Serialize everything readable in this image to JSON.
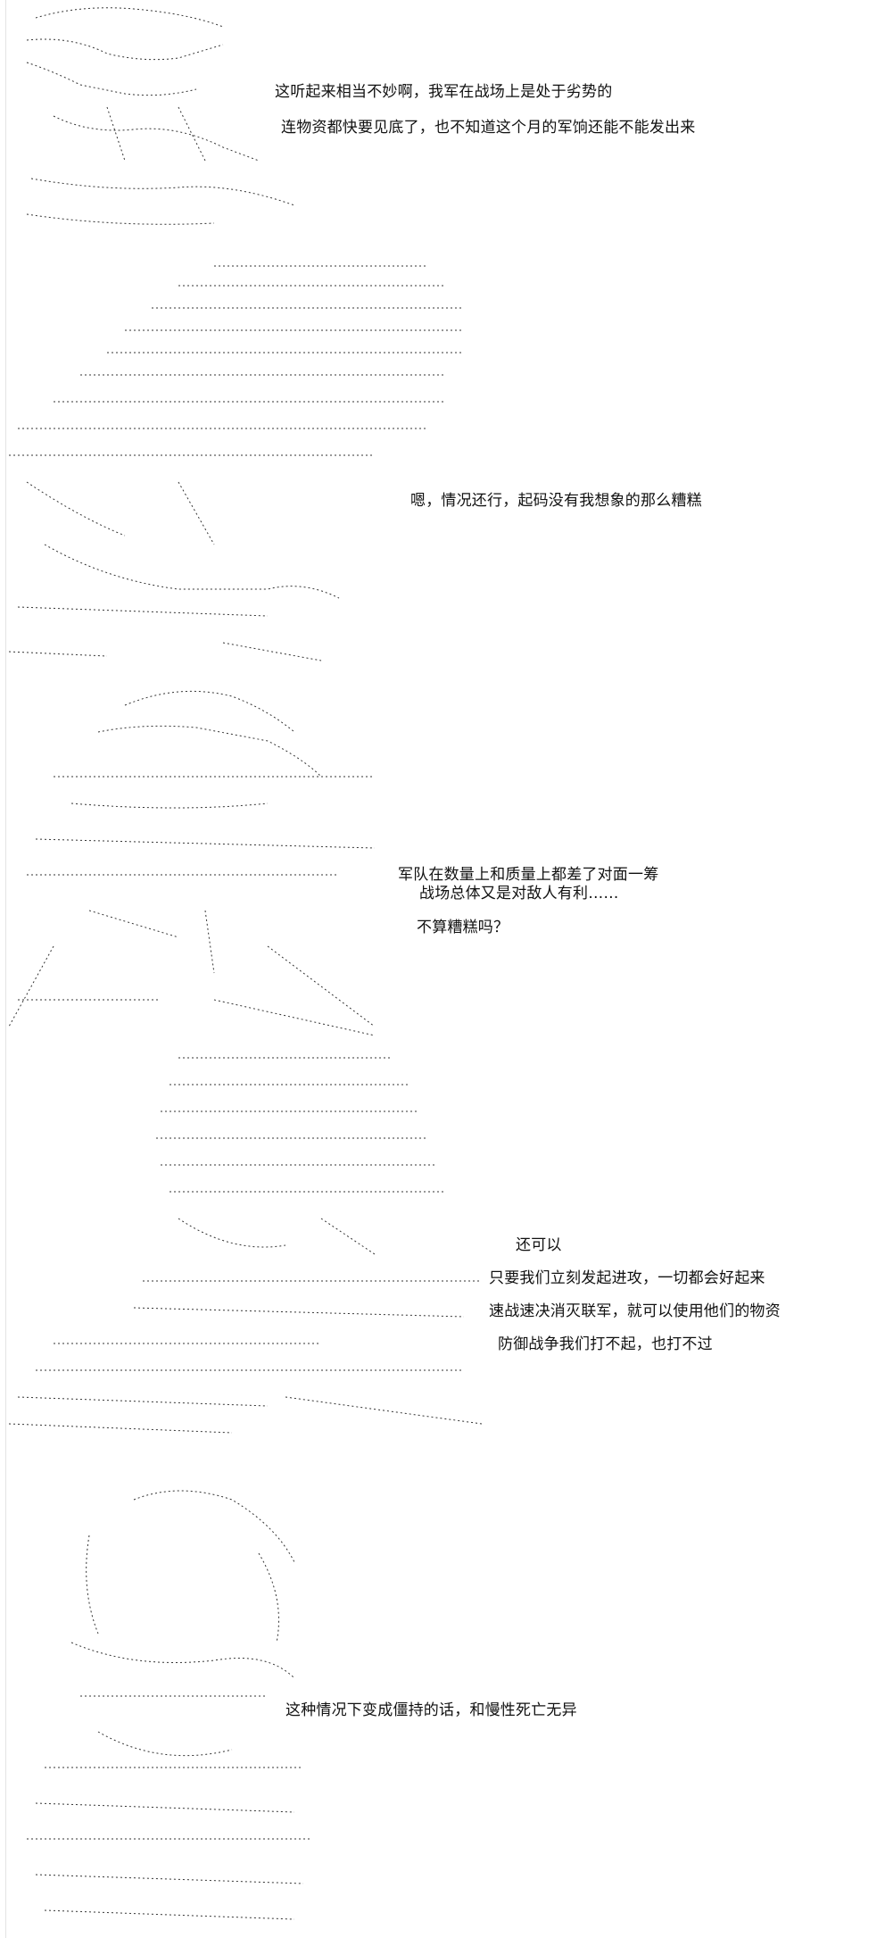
{
  "panels": [
    {
      "lines": [
        "这听起来相当不妙啊，我军在战场上是处于劣势的",
        "连物资都快要见底了，也不知道这个月的军饷还能不能发出来"
      ]
    },
    {
      "lines": [
        "嗯，情况还行，起码没有我想象的那么糟糕"
      ]
    },
    {
      "lines": [
        "军队在数量上和质量上都差了对面一筹",
        "战场总体又是对敌人有利……",
        "不算糟糕吗？"
      ]
    },
    {
      "lines": [
        "还可以",
        "只要我们立刻发起进攻，一切都会好起来",
        "速战速决消灭联军，就可以使用他们的物资",
        "防御战争我们打不起，也打不过"
      ]
    },
    {
      "lines": [
        "这种情况下变成僵持的话，和慢性死亡无异"
      ]
    }
  ]
}
